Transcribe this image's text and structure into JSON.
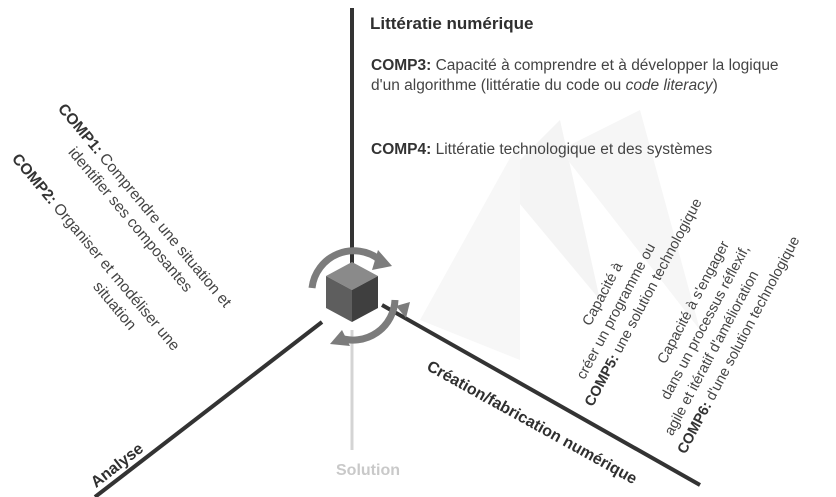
{
  "axes": {
    "top": "Littératie numérique",
    "left": "Analyse",
    "right": "Création/fabrication numérique",
    "bottom": "Solution"
  },
  "competencies": {
    "comp3": {
      "code": "COMP3:",
      "line1": "Capacité à comprendre et à développer la logique",
      "line2_plain": "d'un algorithme (littératie du code ou ",
      "line2_italic": "code literacy",
      "line2_end": ")"
    },
    "comp4": {
      "code": "COMP4:",
      "text": "Littératie technologique et des systèmes"
    },
    "comp1": {
      "code": "COMP1:",
      "line1": "Comprendre une situation et",
      "line2": "identifier ses composantes"
    },
    "comp2": {
      "code": "COMP2:",
      "line1": "Organiser et modéliser une",
      "line2": "situation"
    },
    "comp5": {
      "line1": "Capacité à",
      "line2": "créer un programme ou",
      "line3": "une solution technologique",
      "code": "COMP5:"
    },
    "comp6": {
      "line1": "Capacité à s'engager",
      "line2": "dans un processus réflexif,",
      "line3": "agile et itératif d'amélioration",
      "line4": "d'une solution technologique",
      "code": "COMP6:"
    }
  },
  "colors": {
    "axis_dark": "#333333",
    "axis_faded": "#c8c8c8",
    "cube_front": "#5e5e5e",
    "cube_side": "#3f3f3f",
    "cube_top": "#8a8a8a",
    "cycle_arrows": "#7c7c7c"
  },
  "icons": [
    "cube-icon",
    "cycle-arrows-icon"
  ]
}
